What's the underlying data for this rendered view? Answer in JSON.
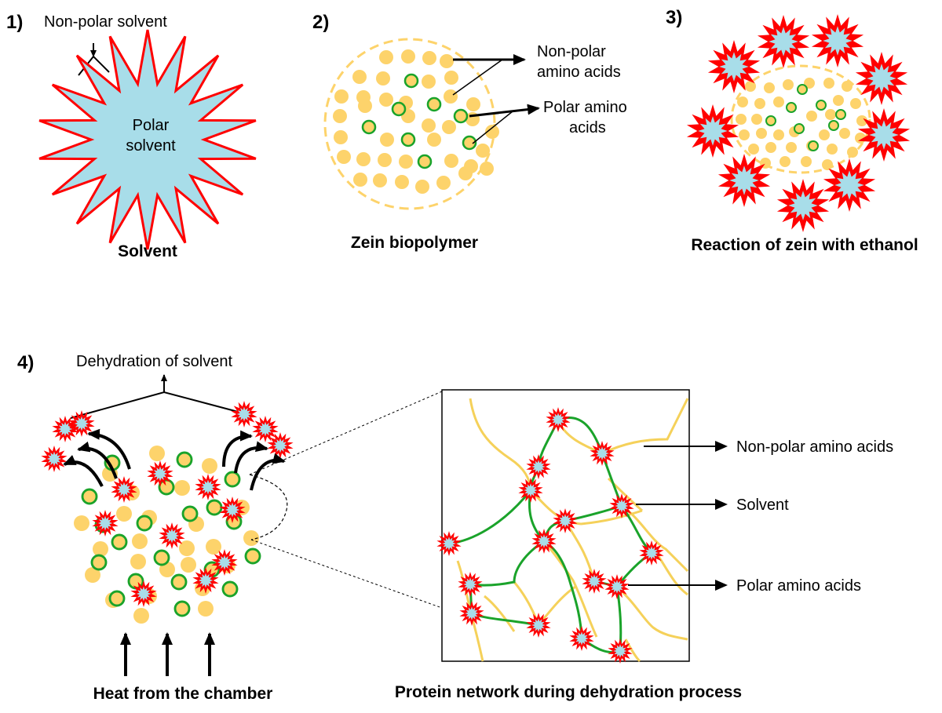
{
  "colors": {
    "solvent_outer": "#ff0000",
    "solvent_inner": "#a8dde9",
    "nonpolar": "#fdd36b",
    "polar_ring": "#1aa32a",
    "polar_fill": "#fdd36b",
    "network_nonpolar": "#f5d15a",
    "network_polar": "#1aa32a",
    "line": "#000000"
  },
  "panel1": {
    "number": "1)",
    "label_nonpolar": "Non-polar solvent",
    "inner_line1": "Polar",
    "inner_line2": "solvent",
    "caption": "Solvent"
  },
  "panel2": {
    "number": "2)",
    "label_nonpolar_line1": "Non-polar",
    "label_nonpolar_line2": "amino acids",
    "label_polar_line1": "Polar amino",
    "label_polar_line2": "acids",
    "caption": "Zein biopolymer"
  },
  "panel3": {
    "number": "3)",
    "caption": "Reaction of zein with ethanol"
  },
  "panel4": {
    "number": "4)",
    "label_dehydration": "Dehydration of solvent",
    "caption_heat": "Heat from the chamber",
    "caption_network": "Protein network during dehydration process",
    "label_nonpolar": "Non-polar amino acids",
    "label_solvent": "Solvent",
    "label_polar": "Polar amino acids"
  }
}
